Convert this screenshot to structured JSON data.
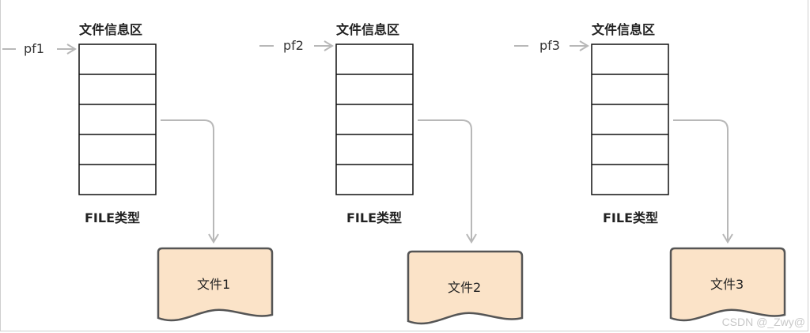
{
  "colors": {
    "box_stroke": "#111111",
    "arrow": "#b8b8b8",
    "doc_fill": "#fbe3c8",
    "doc_stroke": "#555555",
    "watermark": "#c8c8c8"
  },
  "groups": [
    {
      "pointer": "pf1",
      "title": "文件信息区",
      "type_label": "FILE类型",
      "file_label": "文件1"
    },
    {
      "pointer": "pf2",
      "title": "文件信息区",
      "type_label": "FILE类型",
      "file_label": "文件2"
    },
    {
      "pointer": "pf3",
      "title": "文件信息区",
      "type_label": "FILE类型",
      "file_label": "文件3"
    }
  ],
  "watermark": "CSDN @_Zwy@"
}
